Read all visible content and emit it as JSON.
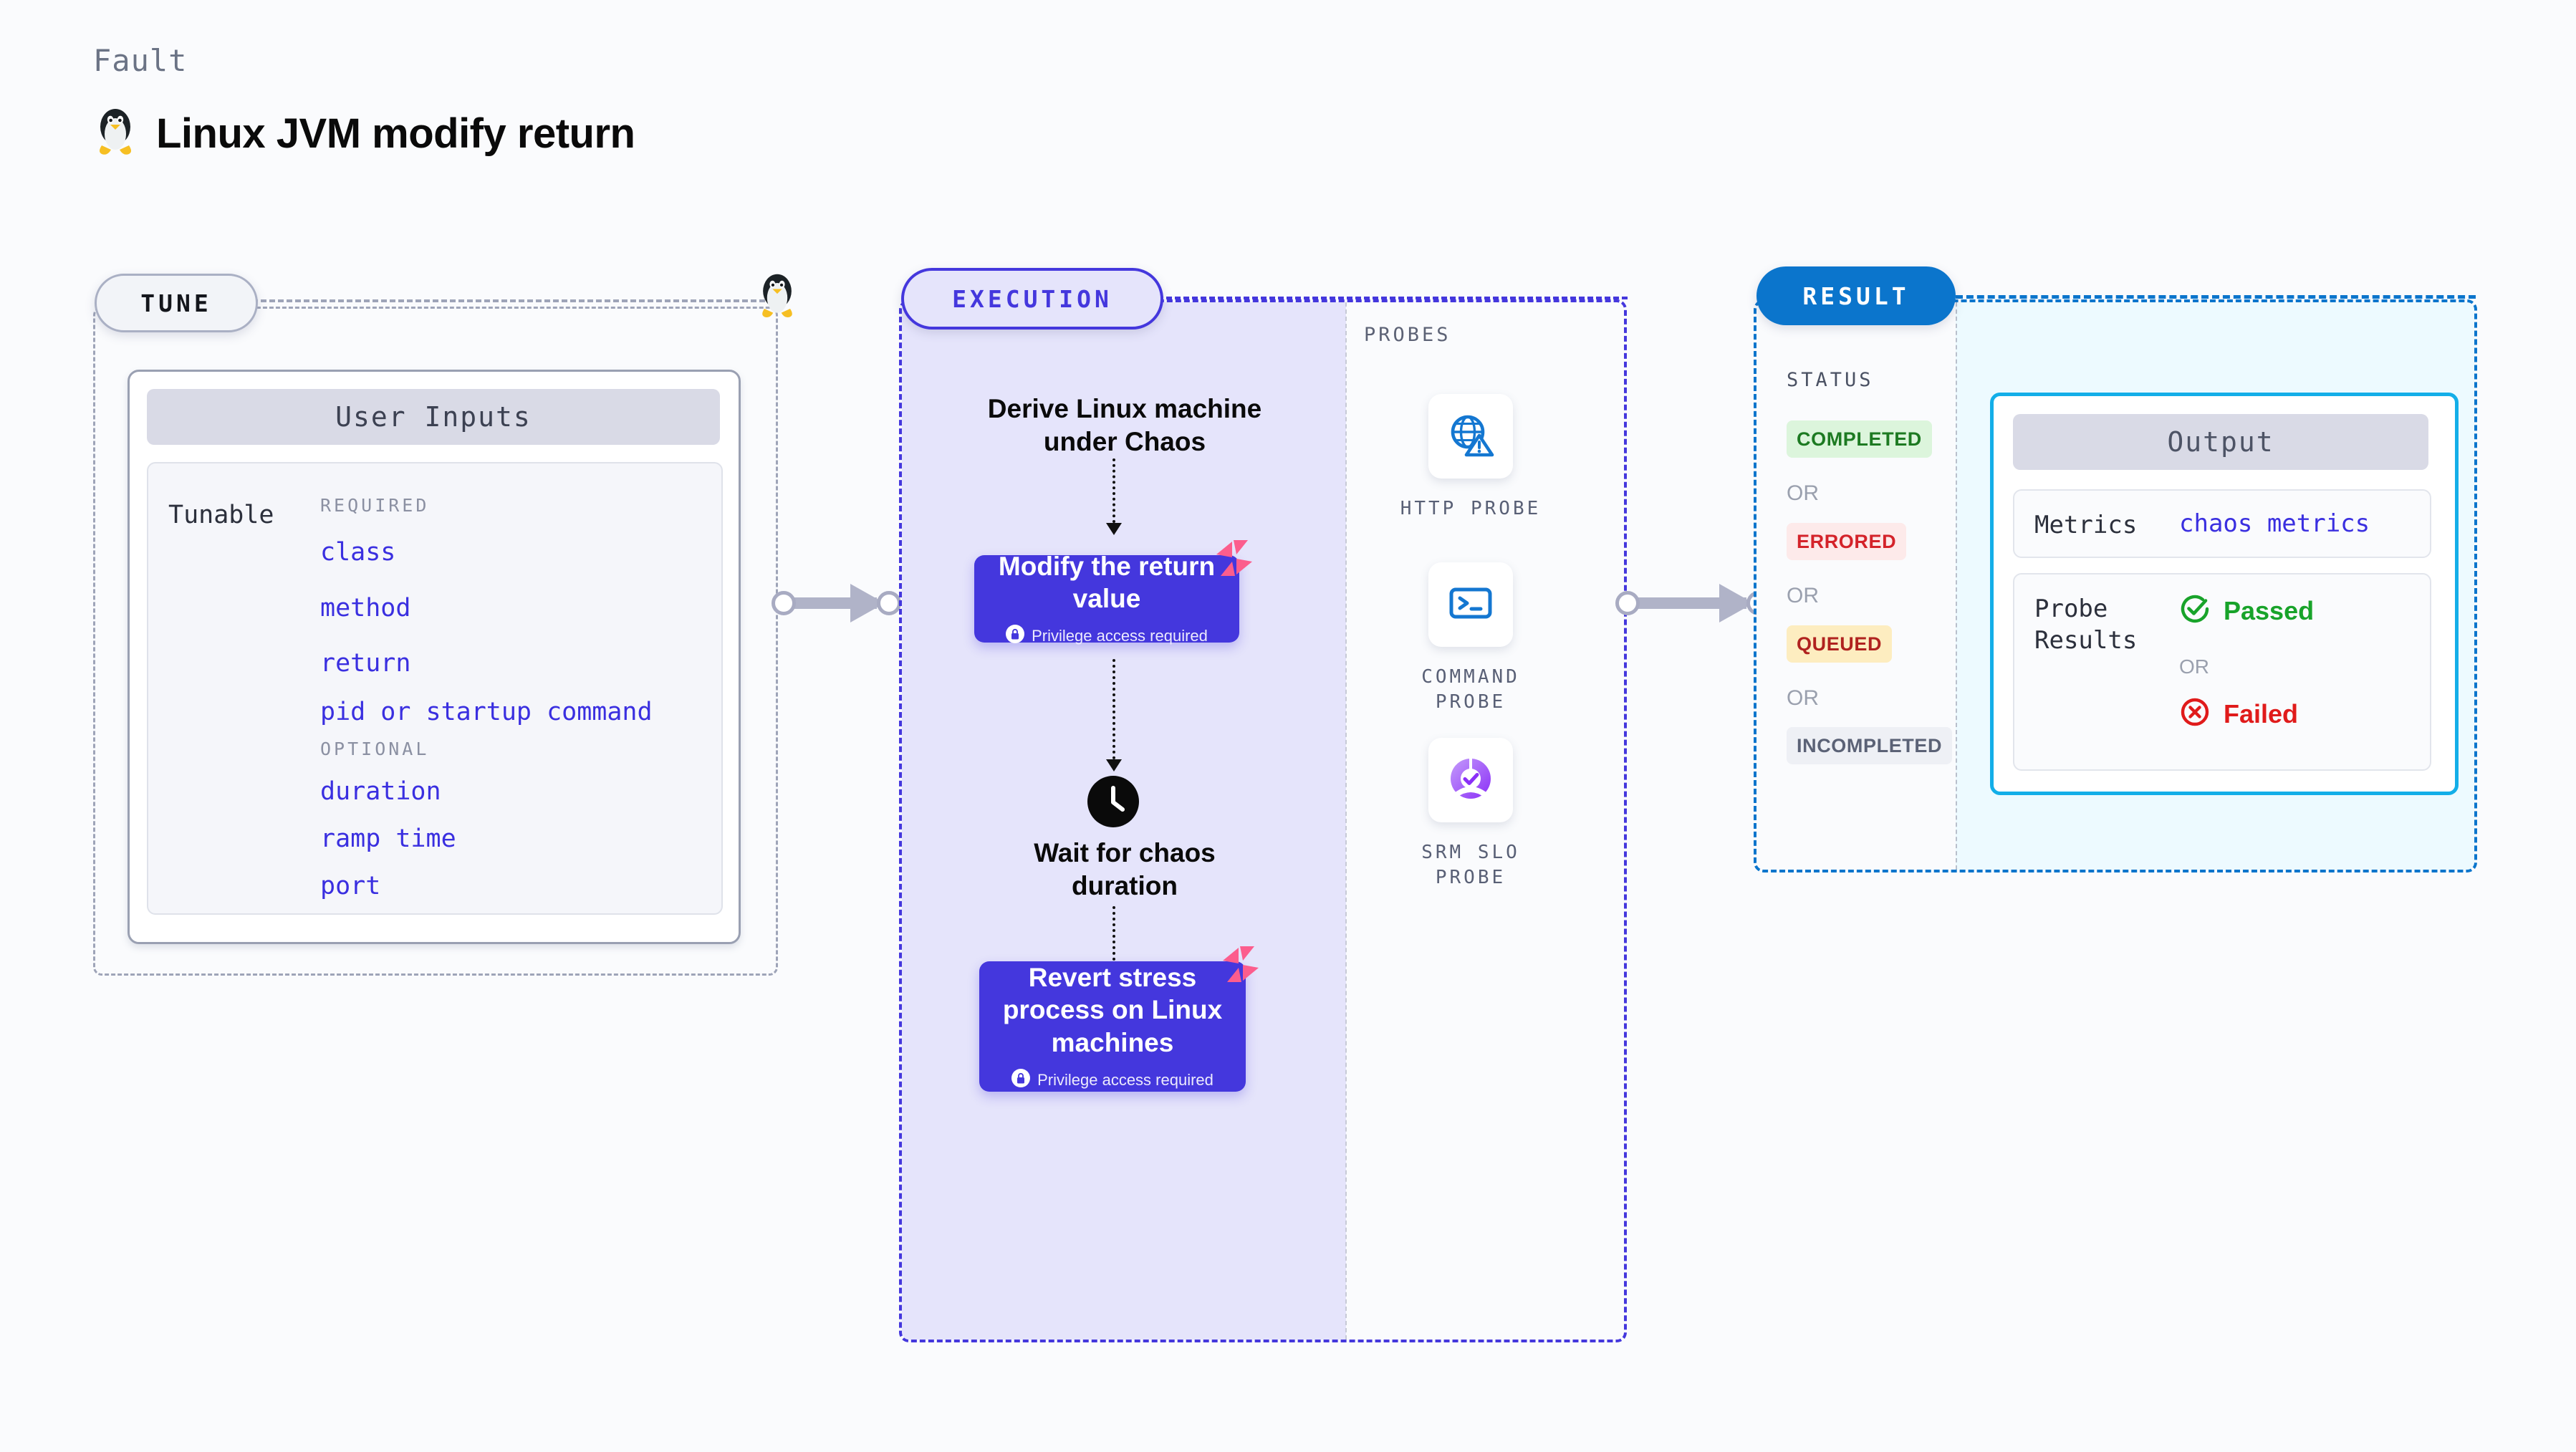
{
  "header": {
    "eyebrow": "Fault",
    "title": "Linux JVM modify return",
    "icon": "tux-penguin-icon"
  },
  "tune": {
    "pill_label": "TUNE",
    "card_title": "User Inputs",
    "tunable_label": "Tunable",
    "groups": [
      {
        "name": "REQUIRED",
        "items": [
          "class",
          "method",
          "return",
          "pid or startup command"
        ]
      },
      {
        "name": "OPTIONAL",
        "items": [
          "duration",
          "ramp time",
          "port"
        ]
      }
    ]
  },
  "execution": {
    "pill_label": "EXECUTION",
    "steps": [
      {
        "type": "plain",
        "label": "Derive Linux machine\nunder Chaos"
      },
      {
        "type": "card",
        "label": "Modify the return\nvalue",
        "privilege": "Privilege access required"
      },
      {
        "type": "clock",
        "label": "Wait for chaos\nduration"
      },
      {
        "type": "card",
        "label": "Revert stress\nprocess on Linux\nmachines",
        "privilege": "Privilege access required"
      }
    ]
  },
  "probes": {
    "section_label": "PROBES",
    "items": [
      {
        "name": "HTTP  PROBE",
        "icon": "globe-warning-icon"
      },
      {
        "name": "COMMAND\nPROBE",
        "icon": "terminal-icon"
      },
      {
        "name": "SRM  SLO\nPROBE",
        "icon": "slo-donut-check-icon"
      }
    ]
  },
  "result": {
    "pill_label": "RESULT",
    "status_label": "STATUS",
    "or_label": "OR",
    "statuses": [
      {
        "label": "COMPLETED",
        "text_color": "#1d7a22",
        "bg_color": "#dcf5dc"
      },
      {
        "label": "ERRORED",
        "text_color": "#d4232a",
        "bg_color": "#fdeaea"
      },
      {
        "label": "QUEUED",
        "text_color": "#b0221f",
        "bg_color": "#fdedc0"
      },
      {
        "label": "INCOMPLETED",
        "text_color": "#5b6276",
        "bg_color": "#eef0f5"
      }
    ],
    "output": {
      "title": "Output",
      "metrics_key": "Metrics",
      "metrics_value": "chaos metrics",
      "probe_results_key": "Probe\nResults",
      "passed_label": "Passed",
      "failed_label": "Failed",
      "or_label": "OR"
    }
  },
  "colors": {
    "accent_purple": "#4437dd",
    "accent_blue": "#0b75cc",
    "accent_cyan": "#13aee8",
    "harness_pink": "#fc5d8d",
    "link_blue": "#3a2fe0",
    "passed_green": "#18a32a",
    "failed_red": "#e01b1b"
  }
}
